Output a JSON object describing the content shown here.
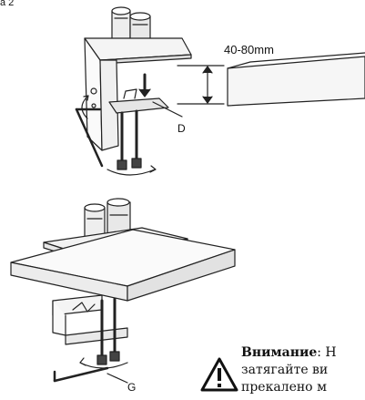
{
  "figure": {
    "step_label": "а 2",
    "dimension_label": "40-80mm",
    "callout_d": "D",
    "callout_g": "G"
  },
  "warning": {
    "title": "Внимание",
    "line1_rest": ": Н",
    "line2": "затягайте ви",
    "line3": "прекалено м",
    "icon": "warning-triangle-icon"
  }
}
